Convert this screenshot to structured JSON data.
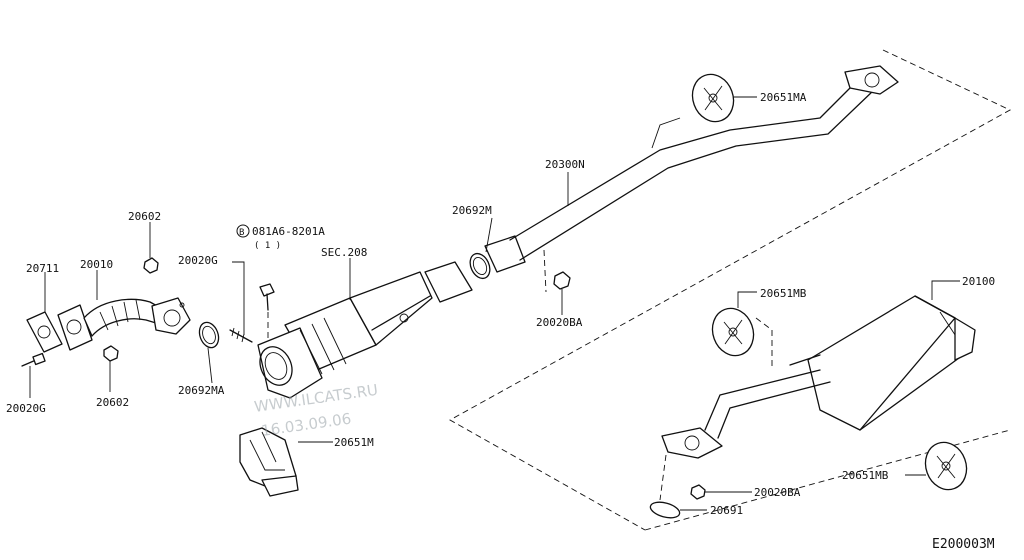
{
  "diagram": {
    "labels": {
      "p20711": "20711",
      "p20010": "20010",
      "p20602_top": "20602",
      "p20602_bot": "20602",
      "p20020G_left": "20020G",
      "p20020G_top": "20020G",
      "p20692MA": "20692MA",
      "bolt_code": "081A6-8201A",
      "bolt_circle": "B",
      "bolt_qty": "( 1 )",
      "sec208": "SEC.208",
      "p20651M": "20651M",
      "p20692M": "20692M",
      "p20300N": "20300N",
      "p20651MA": "20651MA",
      "p20020BA_mid": "20020BA",
      "p20651MB_top": "20651MB",
      "p20100": "20100",
      "p20651MB_bot": "20651MB",
      "p20020BA_bot": "20020BA",
      "p20691": "20691",
      "diagram_code": "E200003M"
    },
    "watermark": {
      "line1": "WWW.ILCATS.RU",
      "line2": "16.03.09.06"
    }
  }
}
